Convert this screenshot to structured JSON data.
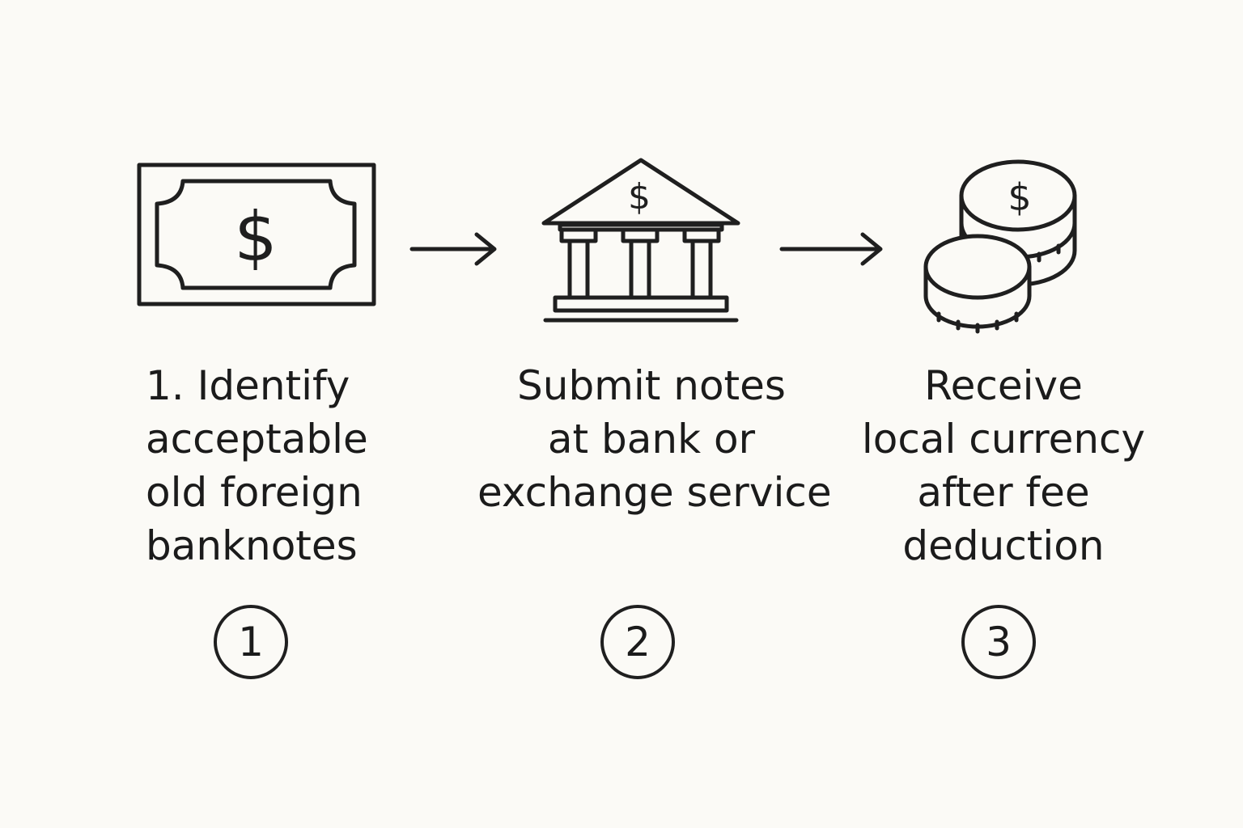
{
  "icons": {
    "banknote": {
      "name": "banknote-icon",
      "symbol": "$"
    },
    "bank": {
      "name": "bank-icon",
      "symbol": "$"
    },
    "coins": {
      "name": "coins-icon",
      "symbol": "$"
    },
    "arrow": {
      "name": "arrow-right-icon"
    }
  },
  "steps": [
    {
      "lines": [
        "1.  Identify",
        "acceptable",
        "old foreign",
        "banknotes"
      ],
      "number": "1"
    },
    {
      "lines": [
        "Submit notes",
        "at bank or",
        "exchange service"
      ],
      "number": "2"
    },
    {
      "lines": [
        "Receive",
        "local currency",
        "after fee",
        "deduction"
      ],
      "number": "3"
    }
  ],
  "colors": {
    "background": "#fbfaf6",
    "ink": "#1f1f1f"
  }
}
